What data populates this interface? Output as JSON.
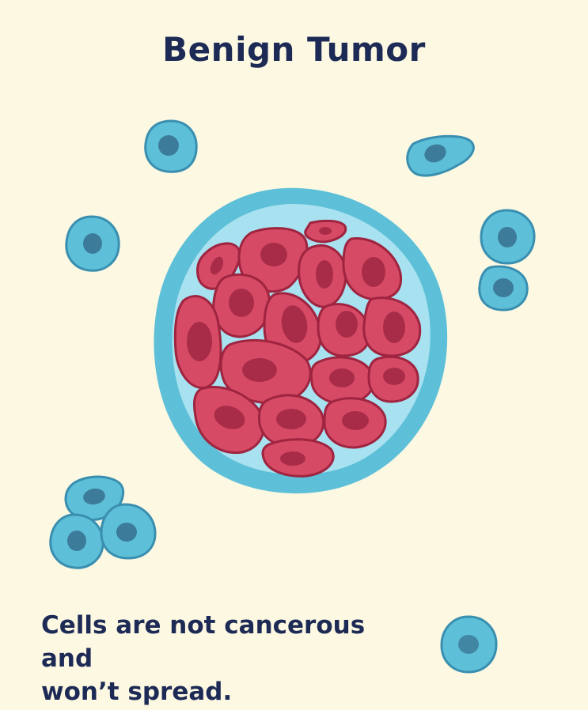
{
  "title": "Benign Tumor",
  "caption_line1": "Cells are not cancerous and",
  "caption_line2": "won’t spread.",
  "colors": {
    "background": "#fcf8e2",
    "text": "#1c2a55",
    "normal_cell_fill": "#5ec0d8",
    "normal_cell_stroke": "#3a8fb0",
    "normal_nucleus": "#3c7c9a",
    "capsule_outer": "#5ec0d8",
    "capsule_inner": "#a8e1ef",
    "tumor_cell_fill": "#d74a65",
    "tumor_cell_stroke": "#9e2440",
    "tumor_nucleus": "#a82c48"
  }
}
